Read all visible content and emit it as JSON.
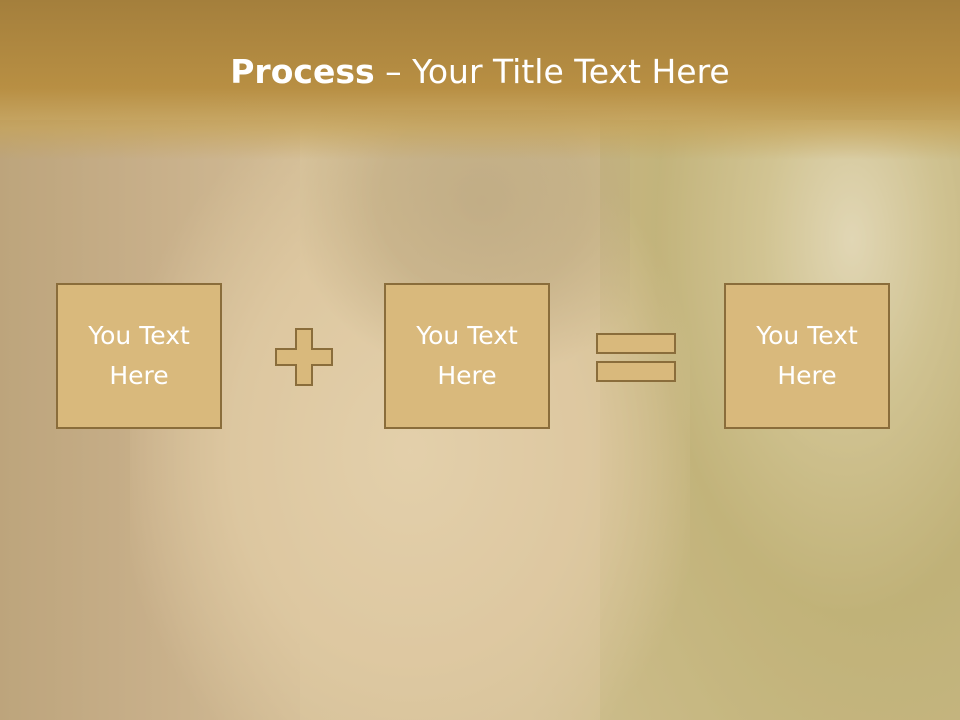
{
  "title": {
    "bold_part": "Process",
    "separator": " – ",
    "rest": "Your Title Text Here"
  },
  "boxes": [
    {
      "text": "You Text Here"
    },
    {
      "text": "You Text Here"
    },
    {
      "text": "You Text Here"
    }
  ],
  "operators": [
    "plus-icon",
    "equals-icon"
  ],
  "colors": {
    "header": "#b88f43",
    "box_fill": "#d9b97c",
    "box_border": "#8a6d3b",
    "text": "#ffffff"
  }
}
